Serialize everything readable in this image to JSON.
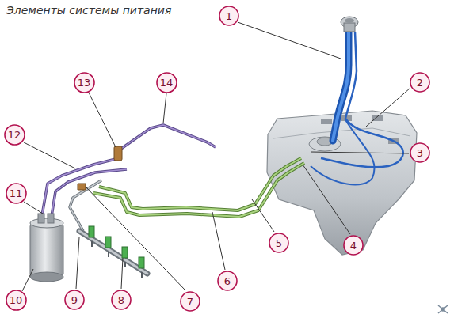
{
  "diagram": {
    "title": "Элементы системы питания",
    "nodes": [
      {
        "text": [
          "1"
        ]
      },
      {
        "text": [
          "2"
        ]
      },
      {
        "text": [
          "3"
        ]
      },
      {
        "text": [
          "4"
        ]
      },
      {
        "text": [
          "5"
        ]
      },
      {
        "text": [
          "6"
        ]
      },
      {
        "text": [
          "7"
        ]
      },
      {
        "text": [
          "8"
        ]
      },
      {
        "text": [
          "9"
        ]
      },
      {
        "text": [
          "10"
        ]
      },
      {
        "text": [
          "11"
        ]
      },
      {
        "text": [
          "12"
        ]
      },
      {
        "text": [
          "13"
        ]
      },
      {
        "text": [
          "14"
        ]
      }
    ]
  }
}
